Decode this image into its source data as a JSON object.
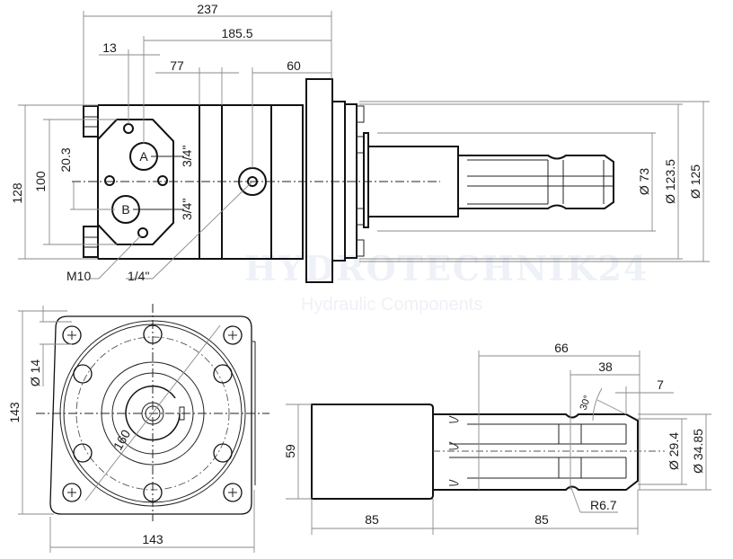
{
  "watermark": {
    "brand": "HYDROTECHNIK24",
    "tagline": "Hydraulic Components"
  },
  "side_view": {
    "dimensions": {
      "overall_length": "237",
      "flange_to_end": "185.5",
      "port_offset": "13",
      "body_segment": "77",
      "shaft_segment": "60",
      "height_128": "128",
      "height_100": "100",
      "port_spacing": "20.3",
      "shaft_dia_73": "Ø 73",
      "dia_123_5": "Ø 123.5",
      "dia_125": "Ø 125"
    },
    "ports": {
      "port_a_label": "A",
      "port_b_label": "B",
      "port_a_size": "3/4\"",
      "port_b_size": "3/4\"",
      "drain_size": "1/4\"",
      "thread": "M10"
    }
  },
  "front_view": {
    "dimensions": {
      "height": "143",
      "width": "143",
      "hole_dia": "Ø 14",
      "bolt_circle": "160"
    }
  },
  "shaft_detail": {
    "dimensions": {
      "hub_height": "59",
      "hub_length": "85",
      "shaft_length": "85",
      "spline_length": "66",
      "groove_to_end": "38",
      "chamfer_length": "7",
      "chamfer_angle": "30°",
      "minor_dia": "Ø 29.4",
      "major_dia": "Ø 34.85",
      "groove_radius": "R6.7"
    }
  }
}
